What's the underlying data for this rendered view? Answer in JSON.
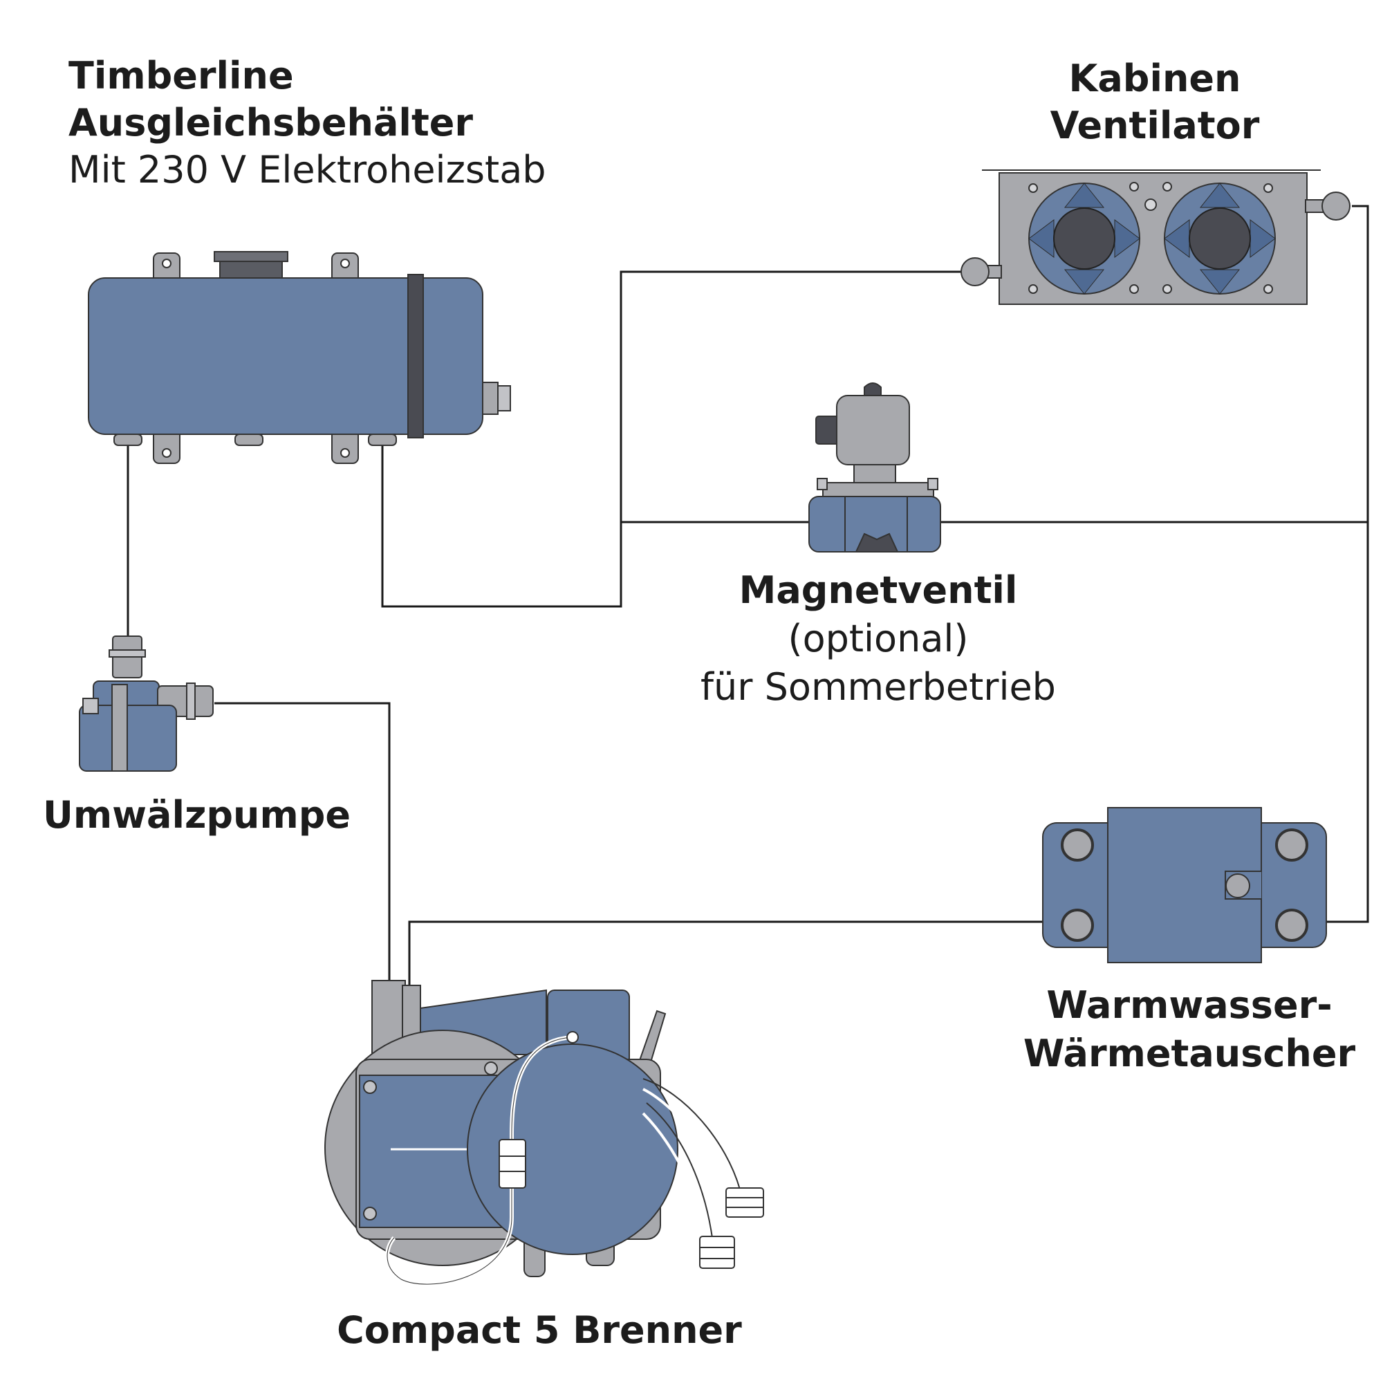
{
  "labels": {
    "tank": {
      "line1": "Timberline",
      "line2": "Ausgleichsbehälter",
      "line3": "Mit 230 V Elektroheizstab"
    },
    "fan": {
      "line1": "Kabinen",
      "line2": "Ventilator"
    },
    "valve": {
      "line1": "Magnetventil",
      "line2": "(optional)",
      "line3": "für Sommerbetrieb"
    },
    "pump": {
      "line1": "Umwälzpumpe"
    },
    "exchanger": {
      "line1": "Warmwasser-",
      "line2": "Wärmetauscher"
    },
    "burner": {
      "line1": "Compact 5 Brenner"
    }
  },
  "colors": {
    "component_blue": "#6880a4",
    "component_gray": "#a8a9ad",
    "dark_fan_hub": "#4a4b52",
    "pipe_line": "#1a1a1a",
    "background": "#ffffff"
  },
  "components": [
    "expansion-tank",
    "cabin-fan",
    "solenoid-valve",
    "circulation-pump",
    "hot-water-heat-exchanger",
    "compact-burner"
  ]
}
